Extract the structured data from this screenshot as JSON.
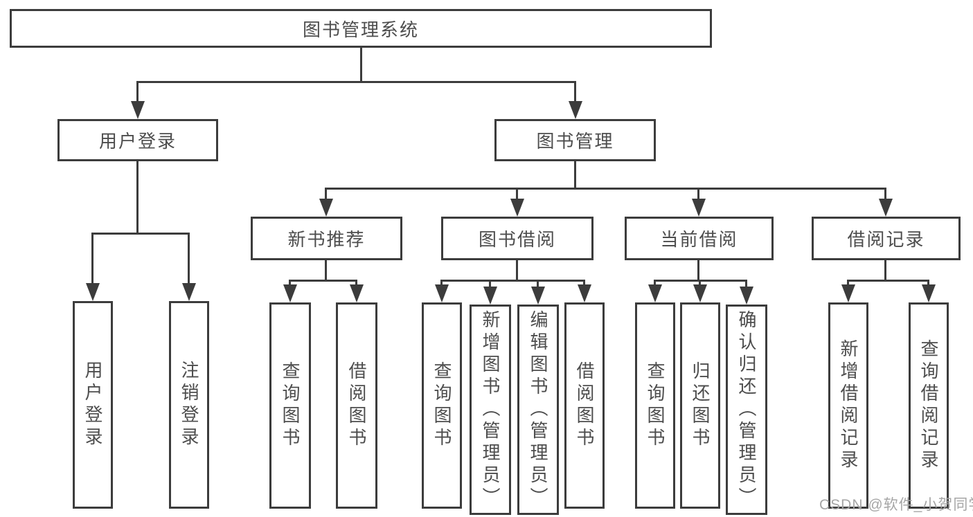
{
  "colors": {
    "line": "#3c3c3c",
    "text": "#4d4d4d",
    "background": "#ffffff",
    "watermark": "#a6a6a6"
  },
  "watermark": {
    "text": "CSDN @软件_小贺同学"
  },
  "tree": {
    "label": "图书管理系统",
    "children": [
      {
        "label": "用户登录",
        "children": [
          {
            "label": "用户登录"
          },
          {
            "label": "注销登录"
          }
        ]
      },
      {
        "label": "图书管理",
        "children": [
          {
            "label": "新书推荐",
            "children": [
              {
                "label": "查询图书"
              },
              {
                "label": "借阅图书"
              }
            ]
          },
          {
            "label": "图书借阅",
            "children": [
              {
                "label": "查询图书"
              },
              {
                "label": "新增图书（管理员）"
              },
              {
                "label": "编辑图书（管理员）"
              },
              {
                "label": "借阅图书"
              }
            ]
          },
          {
            "label": "当前借阅",
            "children": [
              {
                "label": "查询图书"
              },
              {
                "label": "归还图书"
              },
              {
                "label": "确认归还（管理员）"
              }
            ]
          },
          {
            "label": "借阅记录",
            "children": [
              {
                "label": "新增借阅记录"
              },
              {
                "label": "查询借阅记录"
              }
            ]
          }
        ]
      }
    ]
  }
}
